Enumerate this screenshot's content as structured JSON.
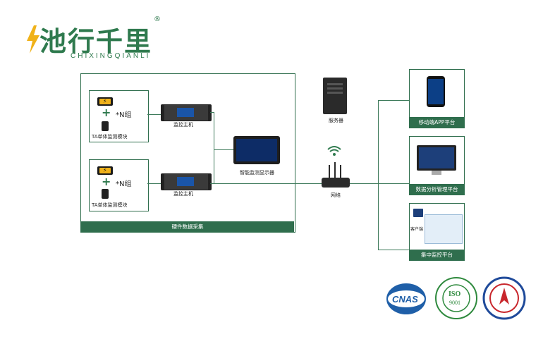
{
  "logo": {
    "cn": "池行千里",
    "en": "CHIXINGQIANLI",
    "reg": "®"
  },
  "frames": {
    "hardware": "硬件数据采集",
    "app": "移动端APP平台",
    "analysis": "数据分析管理平台",
    "central": "集中监控平台"
  },
  "modules": [
    {
      "plus": "+",
      "group": "*N组",
      "label": "TA单体监测模块"
    },
    {
      "plus": "+",
      "group": "*N组",
      "label": "TA单体监测模块"
    }
  ],
  "hosts": [
    {
      "label": "监控主机"
    },
    {
      "label": "监控主机"
    }
  ],
  "display_label": "智能监测显示器",
  "server_label": "服务器",
  "network_label": "网络",
  "client_label": "客户端",
  "certs": {
    "cnas": "CNAS",
    "iso": "ISO",
    "iso_num": "9001"
  },
  "colors": {
    "brand": "#2f7a4e",
    "frame": "#2f6e4d",
    "accent_yellow": "#f0b21a"
  }
}
